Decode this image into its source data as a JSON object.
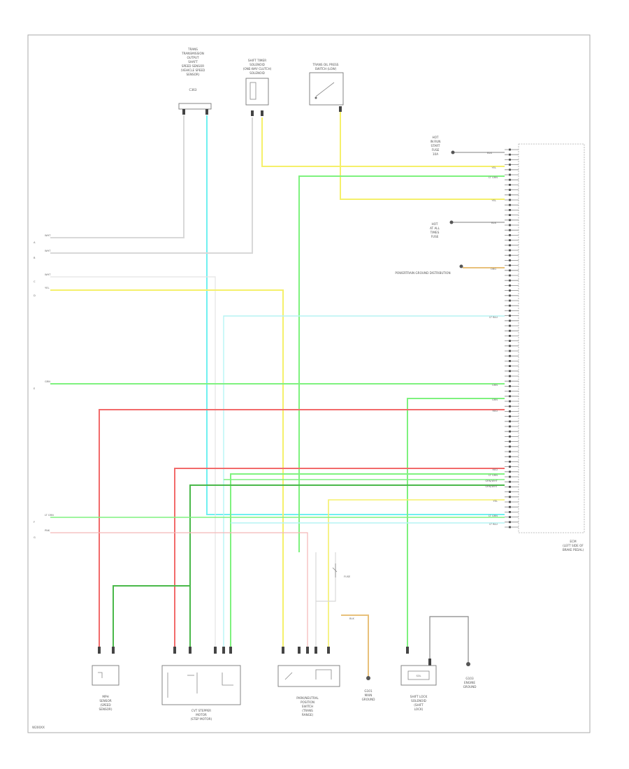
{
  "diagram_id": "W200XX",
  "colors": {
    "white": "#d8d8d8",
    "yellow": "#f5f06a",
    "light_green": "#7ef27e",
    "green": "#49b849",
    "cyan": "#6ff0f0",
    "light_cyan": "#b6f4f4",
    "red": "#f26a6a",
    "pink": "#f4b6b6",
    "orange": "#e8c07a"
  },
  "top_components": [
    {
      "id": "trans-sensor",
      "lines": [
        "TRANS",
        "TRANSMISSION",
        "OUTPUT",
        "SHAFT",
        "SPEED SENSOR",
        "(VEHICLE SPEED",
        "SENSOR)"
      ],
      "extra": "C363"
    },
    {
      "id": "shift-timer",
      "lines": [
        "SHIFT TIMER",
        "SOLENOID",
        "(ONE-WAY CLUTCH)",
        "SOLENOID"
      ]
    },
    {
      "id": "oil-pressure",
      "lines": [
        "TRANS OIL PRESS",
        "SWITCH (LOW)"
      ]
    }
  ],
  "ecm": {
    "label": [
      "ECM",
      "(LEFT SIDE OF",
      "BRAKE PEDAL)"
    ]
  },
  "right_labels": {
    "hot_fuse": [
      "HOT",
      "IN RUN",
      "START",
      "FUSE",
      "10A"
    ],
    "hot_at_all": [
      "HOT",
      "AT ALL",
      "TIMES",
      "FUSE"
    ],
    "ground_dist": "POWERTRAIN GROUND DISTRIBUTION"
  },
  "wire_labels": {
    "wht": "WHT",
    "yel": "YEL",
    "grn": "GRN",
    "ltgrn": "LT GRN",
    "red": "RED",
    "redblk": "RED/BLK",
    "blkwht": "BLK/WHT",
    "grnwht": "GRN/WHT",
    "ltblu": "LT BLU",
    "pnk": "PNK",
    "blk": "BLK",
    "org": "ORG"
  },
  "left_marks": [
    "A",
    "B",
    "C",
    "D",
    "E",
    "F",
    "G"
  ],
  "bottom_components": [
    {
      "id": "speed-sensor",
      "lines": [
        "MPH",
        "SENSOR",
        "(SPEED",
        "SENSOR)"
      ]
    },
    {
      "id": "cvt-solenoid",
      "lines": [
        "CVT STEPPER",
        "MOTOR",
        "(STEP MOTOR)"
      ]
    },
    {
      "id": "park-neutral",
      "lines": [
        "PARK/NEUTRAL",
        "POSITION",
        "SWITCH",
        "(TRANS",
        "RANGE)"
      ]
    },
    {
      "id": "g101",
      "lines": [
        "G101",
        "MAIN",
        "GROUND"
      ]
    },
    {
      "id": "shift-lock",
      "lines": [
        "SHIFT LOCK",
        "SOLENOID",
        "(SHIFT",
        "LOCK)"
      ]
    },
    {
      "id": "g103",
      "lines": [
        "G103",
        "ENGINE",
        "GROUND"
      ]
    }
  ],
  "misc": {
    "pnp_label": "FUSE",
    "shift_lock_inner": "SOL"
  }
}
